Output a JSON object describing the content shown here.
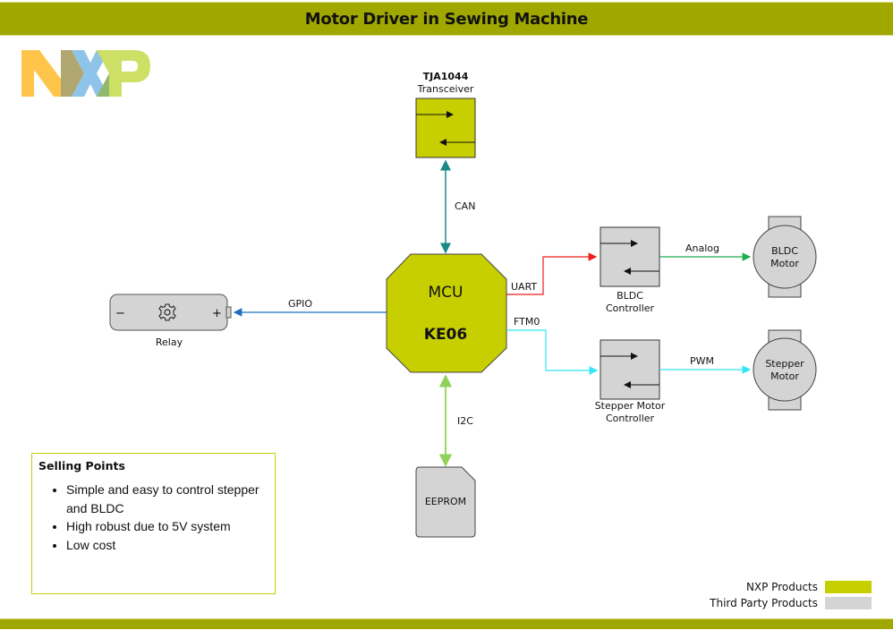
{
  "header": {
    "title": "Motor Driver in Sewing Machine"
  },
  "logo": {
    "text": "NXP",
    "colors": {
      "n": "#ffc54a",
      "x_left": "#b0a870",
      "x": "#8ec3ea",
      "x_right": "#92b870",
      "p": "#cde065"
    }
  },
  "blocks": {
    "transceiver": {
      "part": "TJA1044",
      "label": "Transceiver",
      "color": "#c8cf00"
    },
    "mcu": {
      "line1": "MCU",
      "line2": "KE06",
      "color": "#c8cf00"
    },
    "relay": {
      "label": "Relay",
      "minus": "−",
      "plus": "+",
      "icon": "gear-icon",
      "color": "#d4d4d4"
    },
    "bldc_controller": {
      "line1": "BLDC",
      "line2": "Controller",
      "color": "#d4d4d4"
    },
    "stepper_controller": {
      "line1": "Stepper Motor",
      "line2": "Controller",
      "color": "#d4d4d4"
    },
    "bldc_motor": {
      "line1": "BLDC",
      "line2": "Motor",
      "color": "#d4d4d4"
    },
    "stepper_motor": {
      "line1": "Stepper",
      "line2": "Motor",
      "color": "#d4d4d4"
    },
    "eeprom": {
      "label": "EEPROM",
      "color": "#d4d4d4"
    }
  },
  "connections": {
    "can": {
      "label": "CAN",
      "color": "#1a8a8a"
    },
    "gpio": {
      "label": "GPIO",
      "color": "#1e6fc0"
    },
    "uart": {
      "label": "UART",
      "color": "#ee1c1c"
    },
    "ftm0": {
      "label": "FTM0",
      "color": "#33e5f5"
    },
    "analog": {
      "label": "Analog",
      "color": "#1fae4f"
    },
    "pwm": {
      "label": "PWM",
      "color": "#33e5f5"
    },
    "i2c": {
      "label": "I2C",
      "color": "#8fd15a"
    }
  },
  "selling_points": {
    "title": "Selling Points",
    "items": [
      "Simple and easy to control stepper and BLDC",
      "High robust due to 5V system",
      "Low cost"
    ]
  },
  "legend": [
    {
      "label": "NXP Products",
      "color": "#c8cf00"
    },
    {
      "label": "Third Party Products",
      "color": "#d4d4d4"
    }
  ]
}
